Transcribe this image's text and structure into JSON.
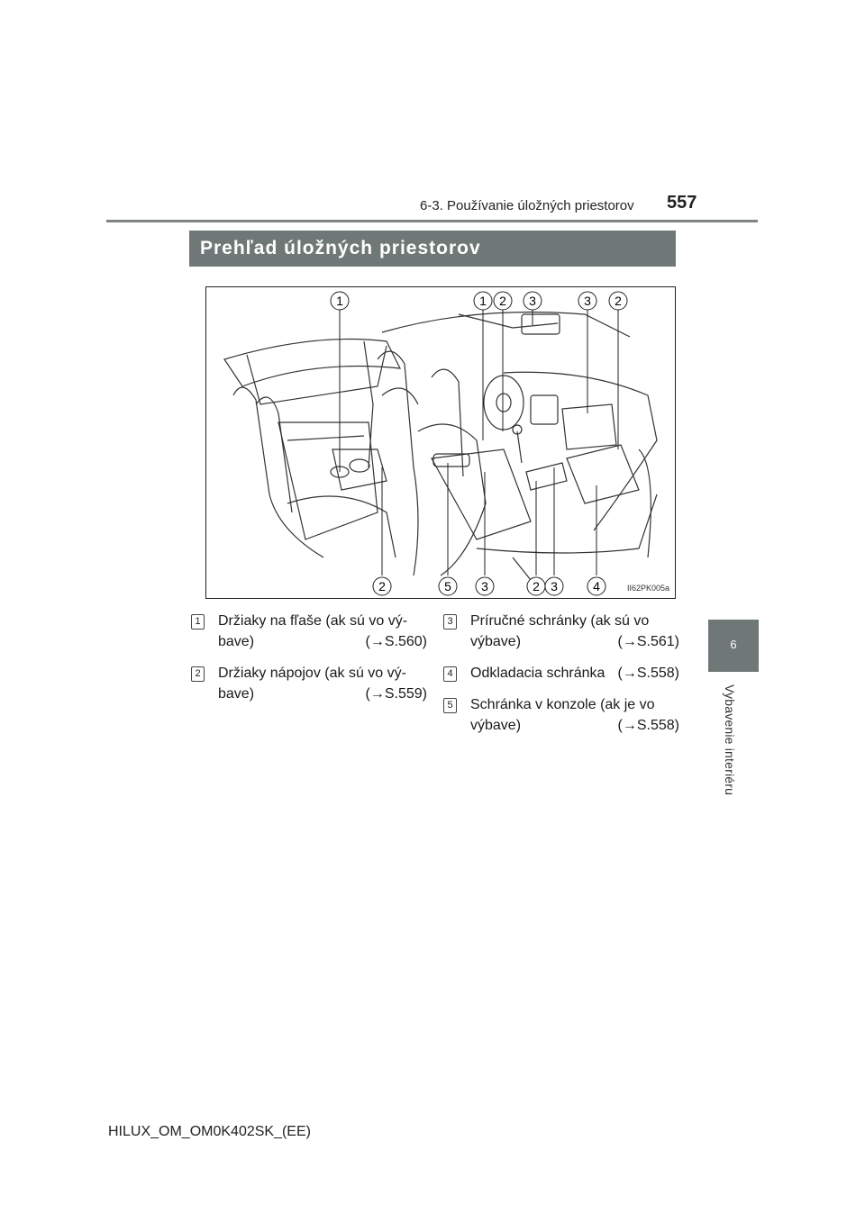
{
  "header": {
    "section": "6-3. Používanie úložných priestorov",
    "page_number": "557"
  },
  "chapter": {
    "number": "6",
    "title": "Vybavenie interiéru"
  },
  "section_title": "Prehľad úložných priestorov",
  "figure": {
    "code": "II62PK005a",
    "top_callouts": [
      "1",
      "1",
      "2",
      "3",
      "3",
      "2"
    ],
    "bottom_callouts": [
      "2",
      "5",
      "3",
      "2",
      "3",
      "4"
    ]
  },
  "legend": [
    {
      "num": "1",
      "line1": "Držiaky na fľaše (ak sú vo vý-",
      "line2": "bave)",
      "ref": "(→S.560)"
    },
    {
      "num": "2",
      "line1": "Držiaky nápojov (ak sú vo vý-",
      "line2": "bave)",
      "ref": "(→S.559)"
    },
    {
      "num": "3",
      "line1": "Príručné schránky (ak sú vo",
      "line2": "výbave)",
      "ref": "(→S.561)"
    },
    {
      "num": "4",
      "line1": "Odkladacia schránka",
      "line2": "",
      "ref": "(→S.558)"
    },
    {
      "num": "5",
      "line1": "Schránka v konzole (ak je vo",
      "line2": "výbave)",
      "ref": "(→S.558)"
    }
  ],
  "footer": "HILUX_OM_OM0K402SK_(EE)"
}
